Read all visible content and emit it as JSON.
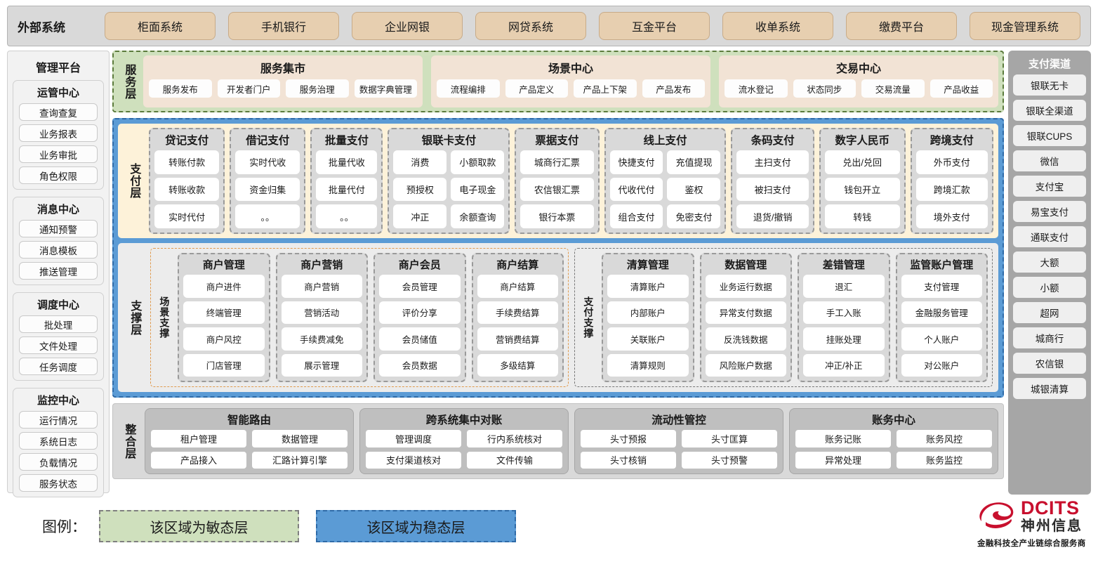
{
  "external": {
    "title": "外部系统",
    "systems": [
      "柜面系统",
      "手机银行",
      "企业网银",
      "网贷系统",
      "互金平台",
      "收单系统",
      "缴费平台",
      "现金管理系统"
    ]
  },
  "left_rail": {
    "title": "管理平台",
    "groups": [
      {
        "title": "运管中心",
        "items": [
          "查询查复",
          "业务报表",
          "业务审批",
          "角色权限"
        ]
      },
      {
        "title": "消息中心",
        "items": [
          "通知预警",
          "消息模板",
          "推送管理"
        ]
      },
      {
        "title": "调度中心",
        "items": [
          "批处理",
          "文件处理",
          "任务调度"
        ]
      },
      {
        "title": "监控中心",
        "items": [
          "运行情况",
          "系统日志",
          "负载情况",
          "服务状态"
        ]
      }
    ]
  },
  "right_rail": {
    "title": "支付渠道",
    "items": [
      "银联无卡",
      "银联全渠道",
      "银联CUPS",
      "微信",
      "支付宝",
      "易宝支付",
      "通联支付",
      "大额",
      "小额",
      "超网",
      "城商行",
      "农信银",
      "城银清算"
    ]
  },
  "service_layer": {
    "label": "服务层",
    "boxes": [
      {
        "title": "服务集市",
        "chips": [
          "服务发布",
          "开发者门户",
          "服务治理",
          "数据字典管理"
        ]
      },
      {
        "title": "场景中心",
        "chips": [
          "流程编排",
          "产品定义",
          "产品上下架",
          "产品发布"
        ]
      },
      {
        "title": "交易中心",
        "chips": [
          "流水登记",
          "状态同步",
          "交易流量",
          "产品收益"
        ]
      }
    ]
  },
  "payment_layer": {
    "label": "支付层",
    "groups": [
      {
        "title": "贷记支付",
        "cols": 1,
        "rows": [
          [
            "转账付款"
          ],
          [
            "转账收款"
          ],
          [
            "实时代付"
          ]
        ]
      },
      {
        "title": "借记支付",
        "cols": 1,
        "rows": [
          [
            "实时代收"
          ],
          [
            "资金归集"
          ],
          [
            "。。"
          ]
        ]
      },
      {
        "title": "批量支付",
        "cols": 1,
        "rows": [
          [
            "批量代收"
          ],
          [
            "批量代付"
          ],
          [
            "。。"
          ]
        ]
      },
      {
        "title": "银联卡支付",
        "cols": 2,
        "rows": [
          [
            "消费",
            "小额取款"
          ],
          [
            "预授权",
            "电子现金"
          ],
          [
            "冲正",
            "余额查询"
          ]
        ]
      },
      {
        "title": "票据支付",
        "cols": 1,
        "rows": [
          [
            "城商行汇票"
          ],
          [
            "农信银汇票"
          ],
          [
            "银行本票"
          ]
        ]
      },
      {
        "title": "线上支付",
        "cols": 2,
        "rows": [
          [
            "快捷支付",
            "充值提现"
          ],
          [
            "代收代付",
            "鉴权"
          ],
          [
            "组合支付",
            "免密支付"
          ]
        ]
      },
      {
        "title": "条码支付",
        "cols": 1,
        "rows": [
          [
            "主扫支付"
          ],
          [
            "被扫支付"
          ],
          [
            "退货/撤销"
          ]
        ]
      },
      {
        "title": "数字人民币",
        "cols": 1,
        "rows": [
          [
            "兑出/兑回"
          ],
          [
            "钱包开立"
          ],
          [
            "转钱"
          ]
        ]
      },
      {
        "title": "跨境支付",
        "cols": 1,
        "rows": [
          [
            "外币支付"
          ],
          [
            "跨境汇款"
          ],
          [
            "境外支付"
          ]
        ]
      }
    ]
  },
  "support_layer": {
    "label": "支撑层",
    "scene": {
      "label": "场景支撑",
      "groups": [
        {
          "title": "商户管理",
          "cells": [
            "商户进件",
            "终端管理",
            "商户风控",
            "门店管理"
          ]
        },
        {
          "title": "商户营销",
          "cells": [
            "商户营销",
            "营销活动",
            "手续费减免",
            "展示管理"
          ]
        },
        {
          "title": "商户会员",
          "cells": [
            "会员管理",
            "评价分享",
            "会员储值",
            "会员数据"
          ]
        },
        {
          "title": "商户结算",
          "cells": [
            "商户结算",
            "手续费结算",
            "营销费结算",
            "多级结算"
          ]
        }
      ]
    },
    "paysup": {
      "label": "支付支撑",
      "groups": [
        {
          "title": "清算管理",
          "cells": [
            "清算账户",
            "内部账户",
            "关联账户",
            "清算规则"
          ]
        },
        {
          "title": "数据管理",
          "cells": [
            "业务运行数据",
            "异常支付数据",
            "反洗钱数据",
            "风险账户数据"
          ]
        },
        {
          "title": "差错管理",
          "cells": [
            "退汇",
            "手工入账",
            "挂账处理",
            "冲正/补正"
          ]
        },
        {
          "title": "监管账户管理",
          "cells": [
            "支付管理",
            "金融服务管理",
            "个人账户",
            "对公账户"
          ]
        }
      ]
    }
  },
  "integration_layer": {
    "label": "整合层",
    "groups": [
      {
        "title": "智能路由",
        "rows": [
          [
            "租户管理",
            "数据管理"
          ],
          [
            "产品接入",
            "汇路计算引擎"
          ]
        ]
      },
      {
        "title": "跨系统集中对账",
        "rows": [
          [
            "管理调度",
            "行内系统核对"
          ],
          [
            "支付渠道核对",
            "文件传输"
          ]
        ]
      },
      {
        "title": "流动性管控",
        "rows": [
          [
            "头寸预报",
            "头寸匡算"
          ],
          [
            "头寸核销",
            "头寸预警"
          ]
        ]
      },
      {
        "title": "账务中心",
        "rows": [
          [
            "账务记账",
            "账务风控"
          ],
          [
            "异常处理",
            "账务监控"
          ]
        ]
      }
    ]
  },
  "legend": {
    "label": "图例：",
    "agile": "该区域为敏态层",
    "stable": "该区域为稳态层",
    "agile_color": "#cfe0bd",
    "stable_color": "#5b9bd5"
  },
  "logo": {
    "en": "DCITS",
    "cn": "神州信息",
    "tagline": "金融科技全产业链综合服务商",
    "brand_color": "#c8102e"
  }
}
